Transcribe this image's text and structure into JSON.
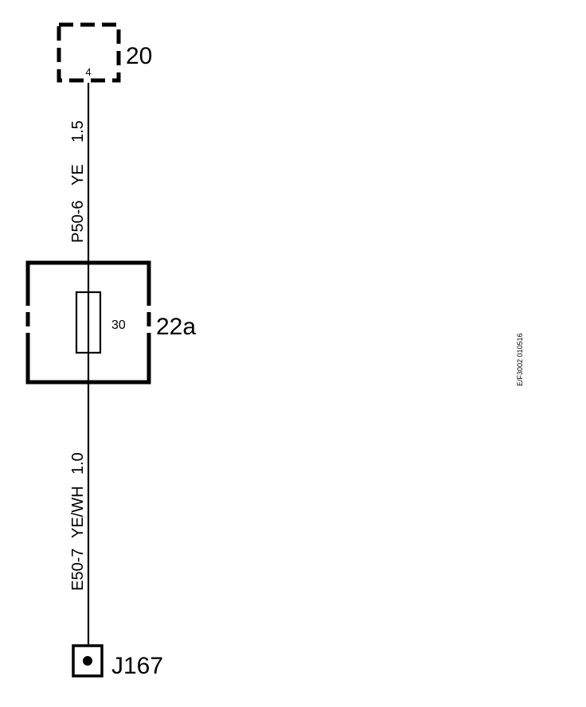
{
  "connector_top": {
    "id": "20",
    "pin": "4"
  },
  "wire_top": {
    "circuit": "P50-6",
    "color": "YE",
    "gauge": "1.5"
  },
  "fuse": {
    "id": "22a",
    "rating": "30"
  },
  "wire_bottom": {
    "circuit": "E50-7",
    "color": "YE/WH",
    "gauge": "1.0"
  },
  "connector_bottom": {
    "id": "J167"
  },
  "drawing_code": "E/F3002 010516"
}
